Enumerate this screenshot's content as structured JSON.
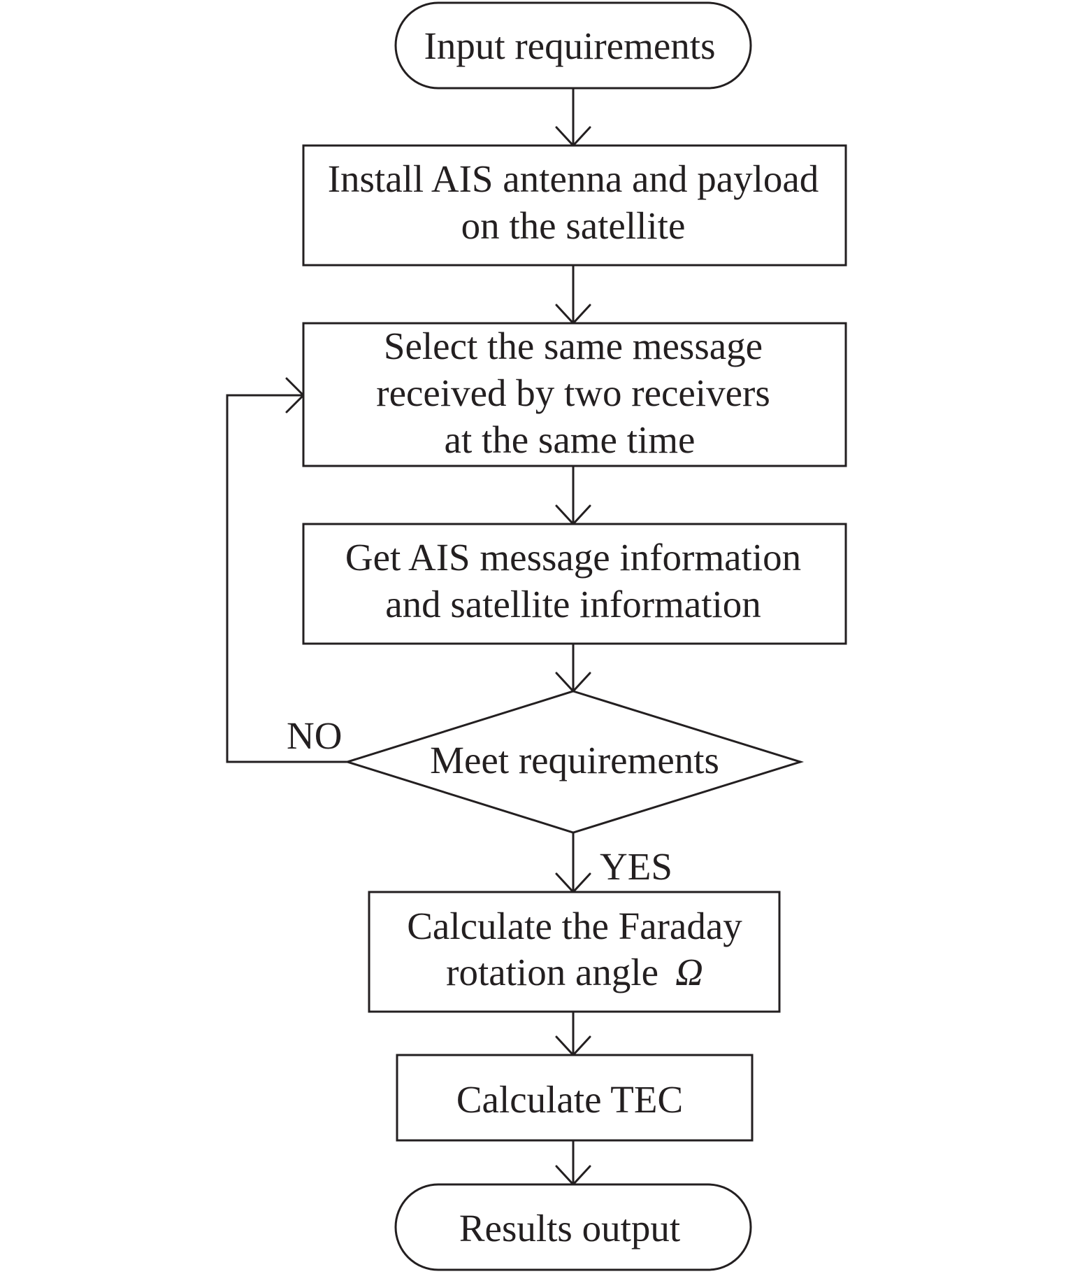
{
  "nodes": {
    "start": "Input requirements",
    "install": [
      "Install AIS antenna and payload",
      "on the satellite"
    ],
    "select": [
      "Select the same message",
      "received by two receivers",
      "at the same time"
    ],
    "get_info": [
      "Get AIS message information",
      "and satellite information"
    ],
    "decision": "Meet requirements",
    "faraday": [
      "Calculate the Faraday",
      "rotation angle",
      "Ω"
    ],
    "tec": "Calculate TEC",
    "end": "Results output"
  },
  "branches": {
    "no": "NO",
    "yes": "YES"
  }
}
